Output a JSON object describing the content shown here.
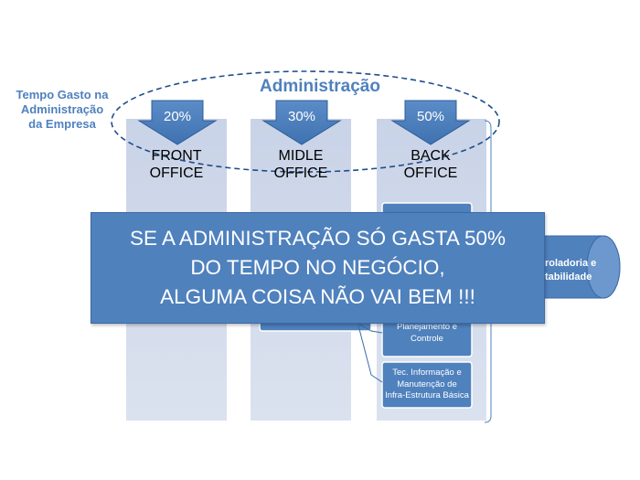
{
  "side_label": {
    "line1": "Tempo Gasto na",
    "line2": "Administração",
    "line3": "da Empresa"
  },
  "admin_title": "Administração",
  "columns": [
    {
      "percent": "20%",
      "line1": "FRONT",
      "line2": "OFFICE"
    },
    {
      "percent": "30%",
      "line1": "MIDLE",
      "line2": "OFFICE"
    },
    {
      "percent": "50%",
      "line1": "BACK",
      "line2": "OFFICE"
    }
  ],
  "back_boxes": {
    "planning": {
      "line1": "Planejamento e",
      "line2": "Controle"
    },
    "it": {
      "line1": "Tec. Informação e",
      "line2": "Manutenção de",
      "line3": "Infra-Estrutura Básica"
    }
  },
  "cylinder": {
    "line1": "roladoria e",
    "line2": "tabilidade"
  },
  "banner": {
    "line1": "SE A ADMINISTRAÇÃO SÓ GASTA 50%",
    "line2": "DO TEMPO NO NEGÓCIO,",
    "line3": "ALGUMA COISA NÃO VAI BEM !!!"
  },
  "colors": {
    "accent": "#4f81bd",
    "column_fill": "#cdd6e8",
    "banner_fill": "#4f81bd",
    "text_dark": "#000000"
  }
}
